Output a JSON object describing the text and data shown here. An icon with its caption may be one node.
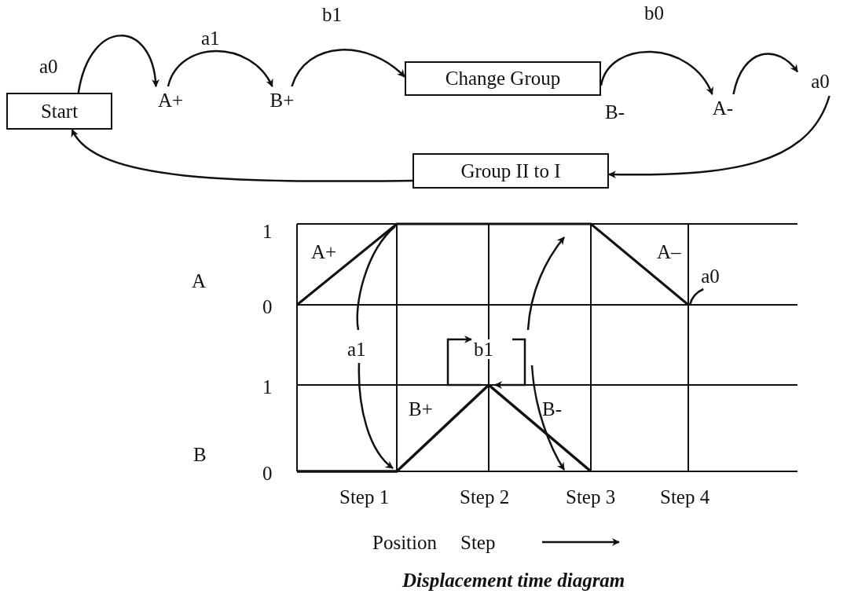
{
  "diagram": {
    "caption": "Displacement time diagram",
    "nodes": [
      {
        "text": [
          "Start"
        ]
      },
      {
        "text": [
          "A+"
        ]
      },
      {
        "text": [
          "B+"
        ]
      },
      {
        "text": [
          "Change Group"
        ]
      },
      {
        "text": [
          "A-"
        ]
      },
      {
        "text": [
          "a0"
        ]
      },
      {
        "text": [
          "Group II to I"
        ]
      },
      {
        "text": [
          "a0"
        ]
      }
    ],
    "edges": [
      {
        "from": 0,
        "to": 1,
        "arrow": "to",
        "label": "a0"
      },
      {
        "from": 1,
        "to": 2,
        "arrow": "to",
        "label": "a1"
      },
      {
        "from": 2,
        "to": 3,
        "arrow": "to",
        "label": "b1"
      },
      {
        "from": 3,
        "to": 4,
        "arrow": "to",
        "label": "b0"
      },
      {
        "from": 4,
        "to": 5,
        "arrow": "to"
      },
      {
        "from": 5,
        "to": 6,
        "arrow": "to"
      },
      {
        "from": 6,
        "to": 0,
        "arrow": "to"
      },
      {
        "from": 7,
        "to": null,
        "arrow": "none"
      }
    ],
    "labels": [
      "B-",
      "1",
      "A+",
      "A–",
      "A",
      "0",
      "a1",
      "b1",
      "1",
      "B+",
      "B-",
      "B",
      "0",
      "Step 1",
      "Step 2",
      "Step 3",
      "Step 4",
      "Position",
      "Step"
    ]
  }
}
